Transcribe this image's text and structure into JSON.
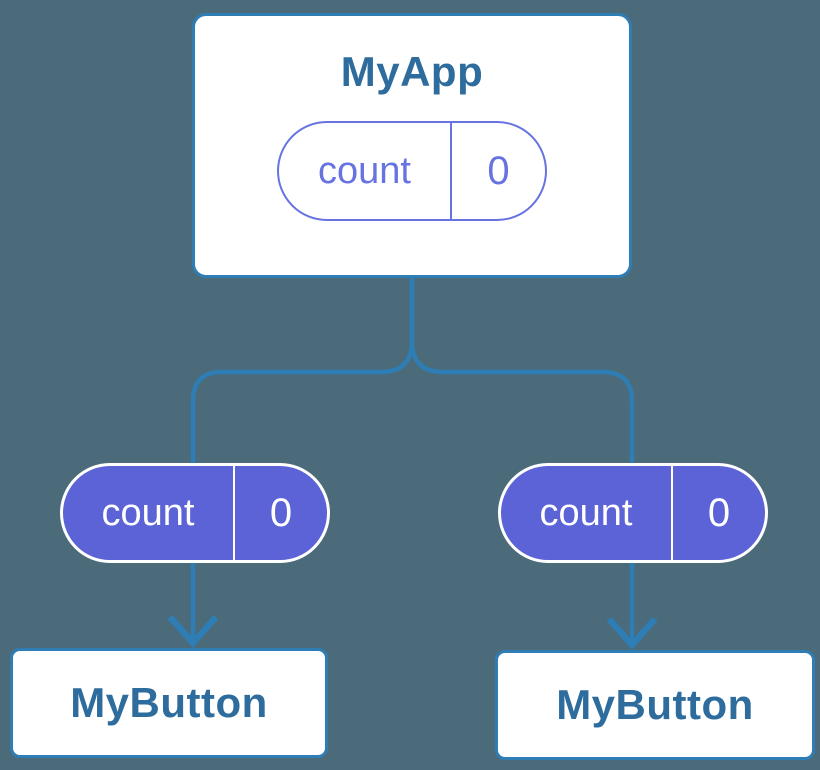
{
  "colors": {
    "background": "#4b6b7a",
    "line": "#2e7db5",
    "heading": "#2d6c9d",
    "purple_outline": "#6673e0",
    "purple_fill": "#5b63d6",
    "white": "#ffffff"
  },
  "diagram": {
    "type": "component-tree",
    "root": {
      "title": "MyApp",
      "state": {
        "name": "count",
        "value": "0"
      }
    },
    "children": [
      {
        "title": "MyButton",
        "prop": {
          "name": "count",
          "value": "0"
        }
      },
      {
        "title": "MyButton",
        "prop": {
          "name": "count",
          "value": "0"
        }
      }
    ]
  }
}
